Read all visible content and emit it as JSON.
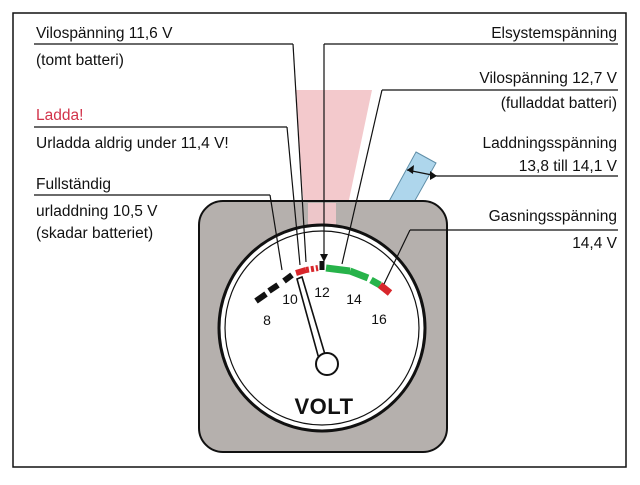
{
  "labels": {
    "rest_empty_line1": "Vilospänning 11,6 V",
    "rest_empty_line2": "(tomt batteri)",
    "charge_warning": "Ladda!",
    "never_discharge": "Urladda aldrig under 11,4 V!",
    "full_discharge_line1": "Fullständig",
    "full_discharge_line2": "urladdning 10,5 V",
    "full_discharge_line3": "(skadar batteriet)",
    "system_voltage": "Elsystemspänning",
    "rest_full_line1": "Vilospänning 12,7 V",
    "rest_full_line2": "(fulladdat batteri)",
    "charging_line1": "Laddningsspänning",
    "charging_line2": "13,8 till 14,1 V",
    "gassing_line1": "Gasningsspänning",
    "gassing_line2": "14,4 V"
  },
  "gauge": {
    "unit": "VOLT",
    "ticks": [
      "8",
      "10",
      "12",
      "14",
      "16"
    ]
  },
  "colors": {
    "warning_text": "#d2334a",
    "system_band": "#f3c9cc",
    "charging_band": "#aed6ec",
    "green_zone": "#27b34a",
    "red_zone": "#d8262b",
    "gauge_housing": "#b5b0ad"
  }
}
